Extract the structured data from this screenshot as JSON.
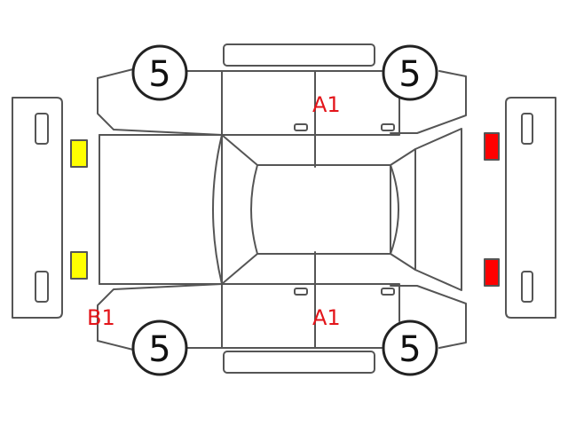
{
  "wheels": {
    "front_left": "5",
    "front_right": "5",
    "rear_left": "5",
    "rear_right": "5"
  },
  "damage_codes": {
    "left_side": "A1",
    "right_side": "A1",
    "front_bumper": "B1"
  },
  "lamp_colors": {
    "front": "#ffff00",
    "rear": "#ff0000"
  }
}
